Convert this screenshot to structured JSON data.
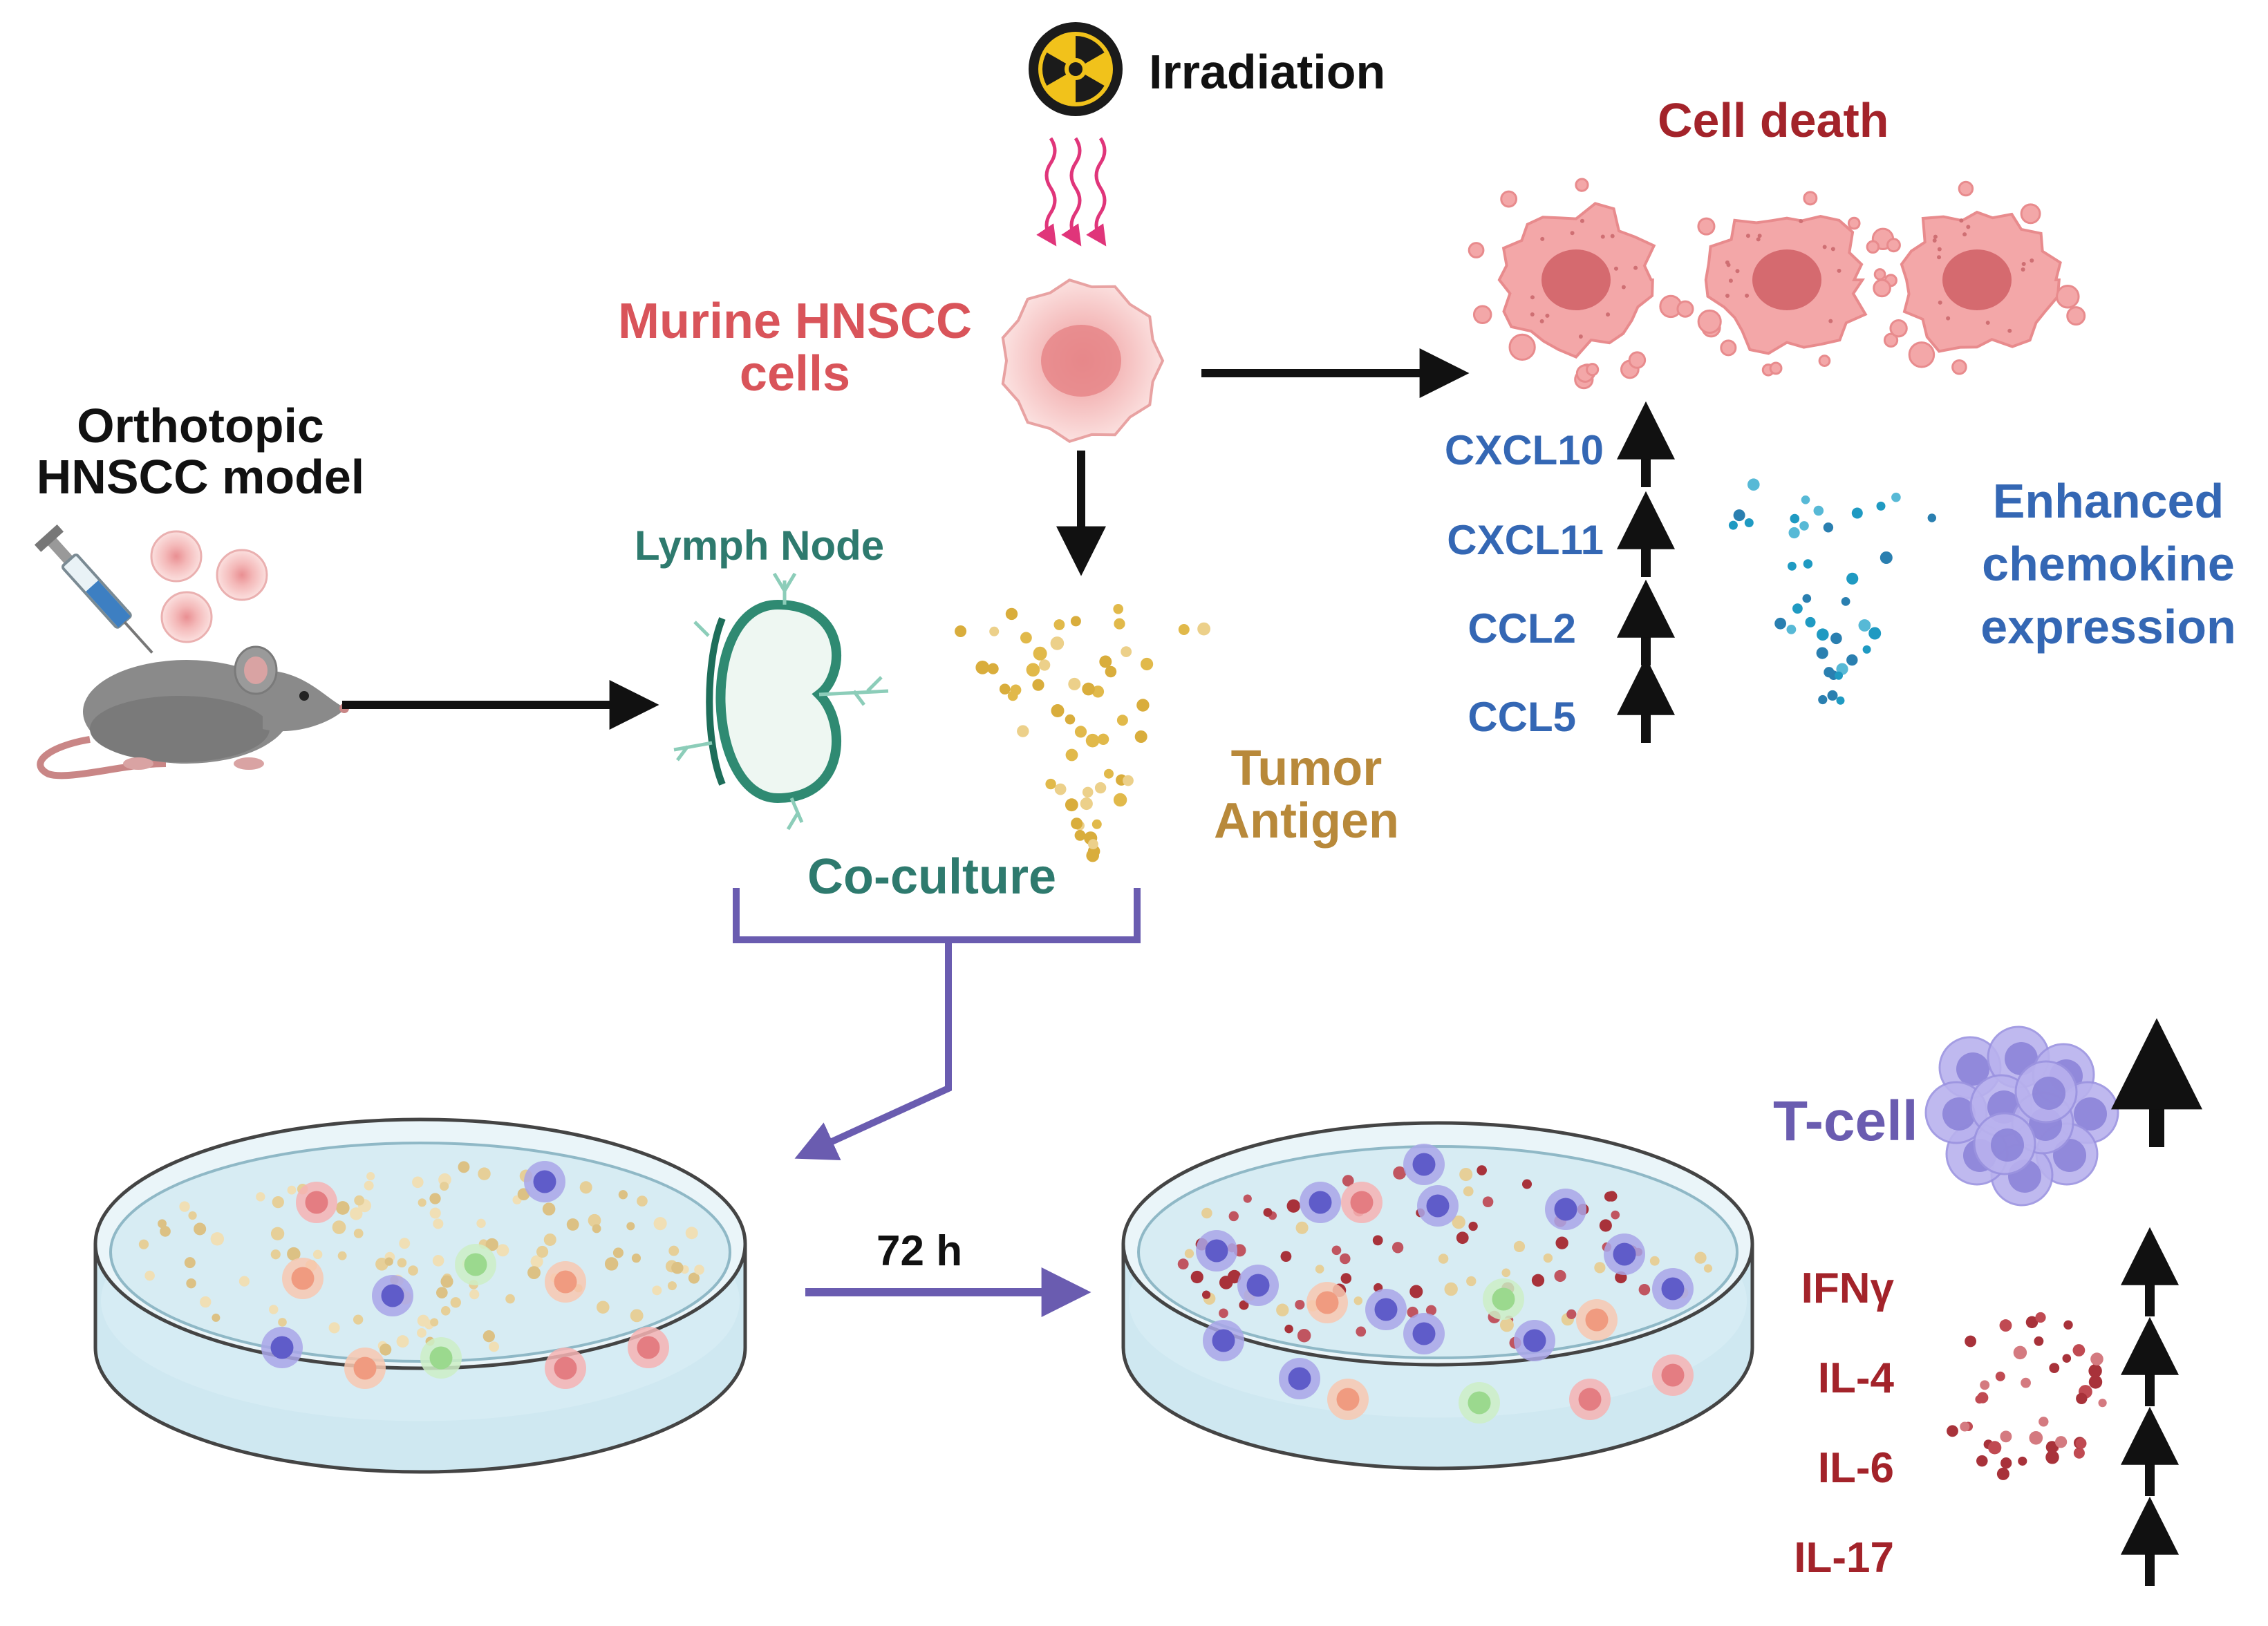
{
  "labels": {
    "irradiation": "Irradiation",
    "cell_death": "Cell death",
    "murine_cells": [
      "Murine HNSCC",
      "cells"
    ],
    "orthotopic": [
      "Orthotopic",
      "HNSCC model"
    ],
    "lymph_node": "Lymph Node",
    "tumor_antigen": [
      "Tumor",
      "Antigen"
    ],
    "co_culture": "Co-culture",
    "incubation": "72 h",
    "t_cell": "T-cell",
    "chemokine_effect": [
      "Enhanced",
      "chemokine",
      "expression"
    ]
  },
  "chemokines": [
    "CXCL10",
    "CXCL11",
    "CCL2",
    "CCL5"
  ],
  "cytokines": [
    "IFNγ",
    "IL-4",
    "IL-6",
    "IL-17"
  ],
  "colors": {
    "black": "#111111",
    "dark_red": "#a3232a",
    "salmon": "#d9545a",
    "teal": "#2e7a6e",
    "gold": "#b8893a",
    "blue": "#3467b4",
    "purple": "#6a5cb0",
    "pink_cell": "#f0a4a4",
    "dish_liquid": "#d7ecf3",
    "cytokine_red": "#a8323a"
  },
  "icons": [
    "radiation-icon",
    "mouse-icon",
    "syringe-icon",
    "lymph-node-icon",
    "tumor-cell-icon",
    "dead-cell-icon",
    "petri-dish-icon",
    "t-cell-cluster-icon"
  ]
}
